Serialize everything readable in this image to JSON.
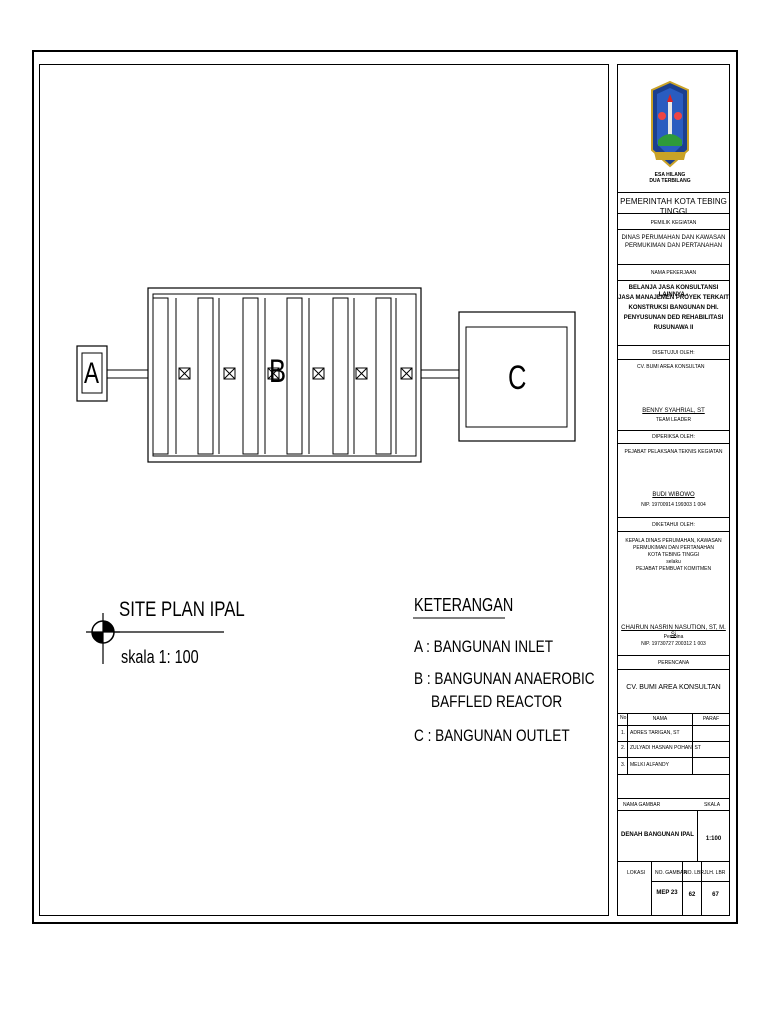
{
  "drawing": {
    "label_a": "A",
    "label_b": "B",
    "label_c": "C"
  },
  "site_plan": {
    "title": "SITE PLAN IPAL",
    "scale": "skala 1: 100"
  },
  "legend": {
    "title": "KETERANGAN",
    "item_a": "A : BANGUNAN INLET",
    "item_b_line1": "B : BANGUNAN ANAEROBIC",
    "item_b_line2": "BAFFLED REACTOR",
    "item_c": "C : BANGUNAN OUTLET"
  },
  "title_block": {
    "logo_caption_1": "ESA HILANG",
    "logo_caption_2": "DUA TERBILANG",
    "org": "PEMERINTAH KOTA TEBING TINGGI",
    "owner_label": "PEMILIK KEGIATAN",
    "owner_line1": "DINAS PERUMAHAN DAN KAWASAN",
    "owner_line2": "PERMUKIMAN DAN PERTANAHAN",
    "job_label": "NAMA PEKERJAAN",
    "job_line1": "BELANJA JASA KONSULTANSI LAINNYA -",
    "job_line2": "JASA MANAJEMEN PROYEK TERKAIT",
    "job_line3": "KONSTRUKSI BANGUNAN DHI.",
    "job_line4": "PENYUSUNAN DED REHABILITASI",
    "job_line5": "RUSUNAWA II",
    "checked_label": "DISETUJUI OLEH:",
    "checked_company": "CV. BUMI AREA KONSULTAN",
    "checked_name": "BENNY SYAHRIAL, ST",
    "checked_role": "TEAM LEADER",
    "reviewed_label": "DIPERIKSA OLEH:",
    "reviewed_org": "PEJABAT PELAKSANA TEKNIS KEGIATAN",
    "reviewed_name": "BUDI WIBOWO",
    "reviewed_nip": "NIP. 19700914 199303 1 004",
    "approved_label": "DIKETAHUI OLEH:",
    "approved_line1": "KEPALA DINAS PERUMAHAN, KAWASAN",
    "approved_line2": "PERMUKIMAN DAN PERTANAHAN",
    "approved_line3": "KOTA TEBING TINGGI",
    "approved_line4": "selaku",
    "approved_line5": "PEJABAT PEMBUAT KOMITMEN",
    "approved_name": "CHAIRUN NASRIN NASUTION, ST, M. Si",
    "approved_rank": "Pembina",
    "approved_nip": "NIP. 19730727 200312 1 003",
    "planner_label": "PERENCANA",
    "planner_company": "CV. BUMI AREA KONSULTAN",
    "team_header_no": "No",
    "team_header_name": "NAMA",
    "team_header_sign": "PARAF",
    "team": [
      {
        "no": "1.",
        "name": "ADRES TARIGAN, ST"
      },
      {
        "no": "2.",
        "name": "ZULYADI HASNAN POHAN, ST"
      },
      {
        "no": "3.",
        "name": "MELKI ALFANDY"
      }
    ],
    "drawing_name_label": "NAMA GAMBAR",
    "scale_label": "SKALA",
    "drawing_name": "DENAH BANGUNAN IPAL",
    "drawing_scale": "1:100",
    "loc_label": "LOKASI",
    "no_label": "NO. GAMBAR",
    "sheet_label": "NO. LBR",
    "total_label": "JLH. LBR",
    "no_value": "MEP 23",
    "sheet_value": "62",
    "total_value": "67"
  }
}
